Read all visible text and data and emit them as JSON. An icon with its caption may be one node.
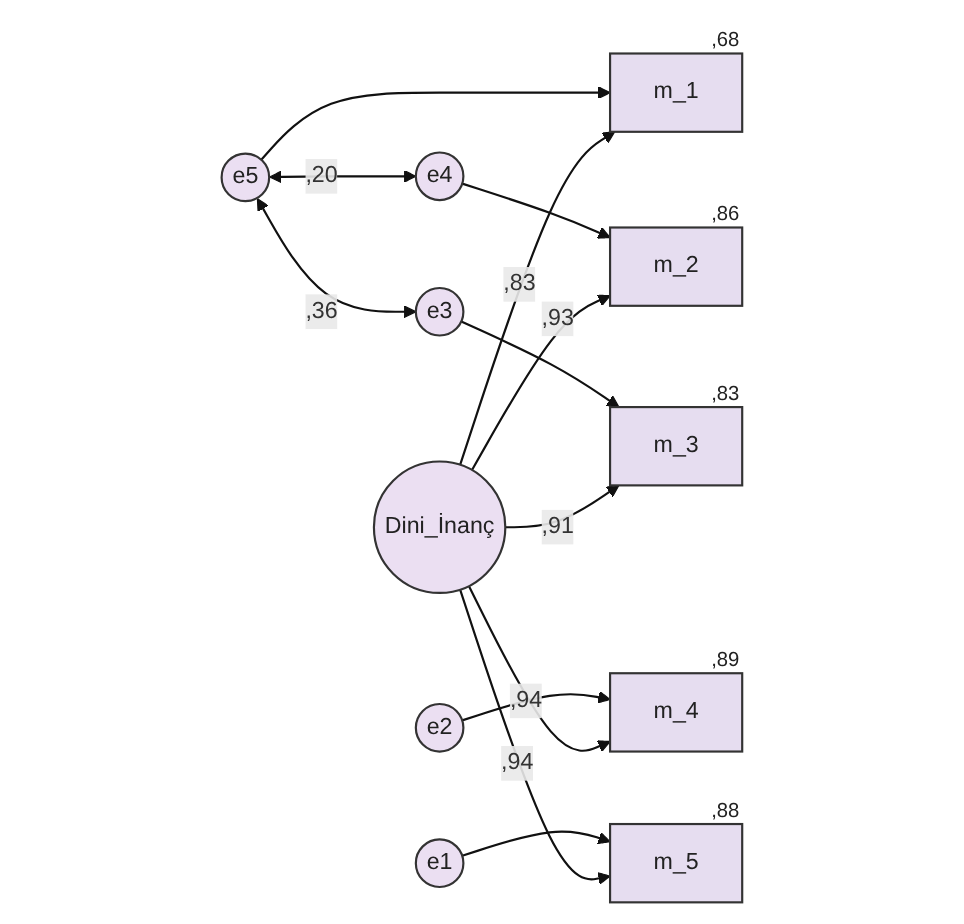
{
  "diagram": {
    "nodes": [
      {
        "text": [
          "e5"
        ]
      },
      {
        "text": [
          "m_1"
        ],
        "beside": [
          ",68"
        ]
      },
      {
        "text": [
          "e4"
        ]
      },
      {
        "text": [
          "m_2"
        ],
        "beside": [
          ",86"
        ]
      },
      {
        "text": [
          "e3"
        ]
      },
      {
        "text": [
          "m_3"
        ],
        "beside": [
          ",83"
        ]
      },
      {
        "text": [
          "Dini_İnanç"
        ]
      },
      {
        "text": [
          "e2"
        ]
      },
      {
        "text": [
          "m_4"
        ],
        "beside": [
          ",89"
        ]
      },
      {
        "text": [
          "e1"
        ]
      },
      {
        "text": [
          "m_5"
        ],
        "beside": [
          ",88"
        ]
      }
    ],
    "edges": [
      {
        "from": 0,
        "to": 1,
        "arrow": "to"
      },
      {
        "from": 2,
        "to": 3,
        "arrow": "to"
      },
      {
        "from": 4,
        "to": 5,
        "arrow": "to"
      },
      {
        "from": 7,
        "to": 8,
        "arrow": "to"
      },
      {
        "from": 9,
        "to": 10,
        "arrow": "to"
      },
      {
        "from": 6,
        "to": 1,
        "arrow": "to",
        "label": ",83"
      },
      {
        "from": 6,
        "to": 3,
        "arrow": "to",
        "label": ",93"
      },
      {
        "from": 6,
        "to": 5,
        "arrow": "to",
        "label": ",91"
      },
      {
        "from": 6,
        "to": 8,
        "arrow": "to",
        "label": ",94"
      },
      {
        "from": 6,
        "to": 10,
        "arrow": "to",
        "label": ",94"
      },
      {
        "from": 0,
        "to": 2,
        "arrow": "both",
        "label": ",20"
      },
      {
        "from": 0,
        "to": 4,
        "arrow": "both",
        "label": ",36"
      }
    ]
  }
}
